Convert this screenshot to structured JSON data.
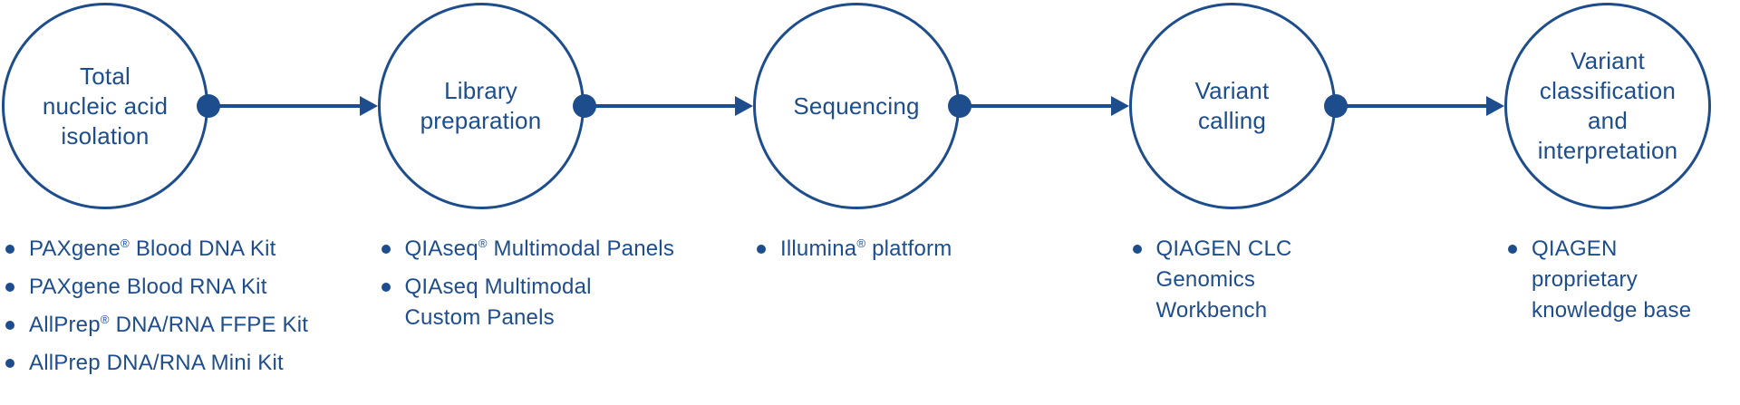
{
  "diagram": {
    "accent_color": "#1d4d8c",
    "stages": [
      {
        "label_lines": [
          "Total",
          "nucleic acid",
          "isolation"
        ],
        "items": [
          "PAXgene® Blood DNA Kit",
          "PAXgene Blood RNA Kit",
          "AllPrep® DNA/RNA FFPE Kit",
          "AllPrep DNA/RNA Mini Kit"
        ]
      },
      {
        "label_lines": [
          "Library",
          "preparation"
        ],
        "items": [
          "QIAseq® Multimodal Panels",
          "QIAseq Multimodal\nCustom Panels"
        ]
      },
      {
        "label_lines": [
          "Sequencing"
        ],
        "items": [
          "Illumina® platform"
        ]
      },
      {
        "label_lines": [
          "Variant",
          "calling"
        ],
        "items": [
          "QIAGEN CLC\nGenomics\nWorkbench"
        ]
      },
      {
        "label_lines": [
          "Variant",
          "classification",
          "and",
          "interpretation"
        ],
        "items": [
          "QIAGEN\nproprietary\nknowledge base"
        ]
      }
    ]
  }
}
